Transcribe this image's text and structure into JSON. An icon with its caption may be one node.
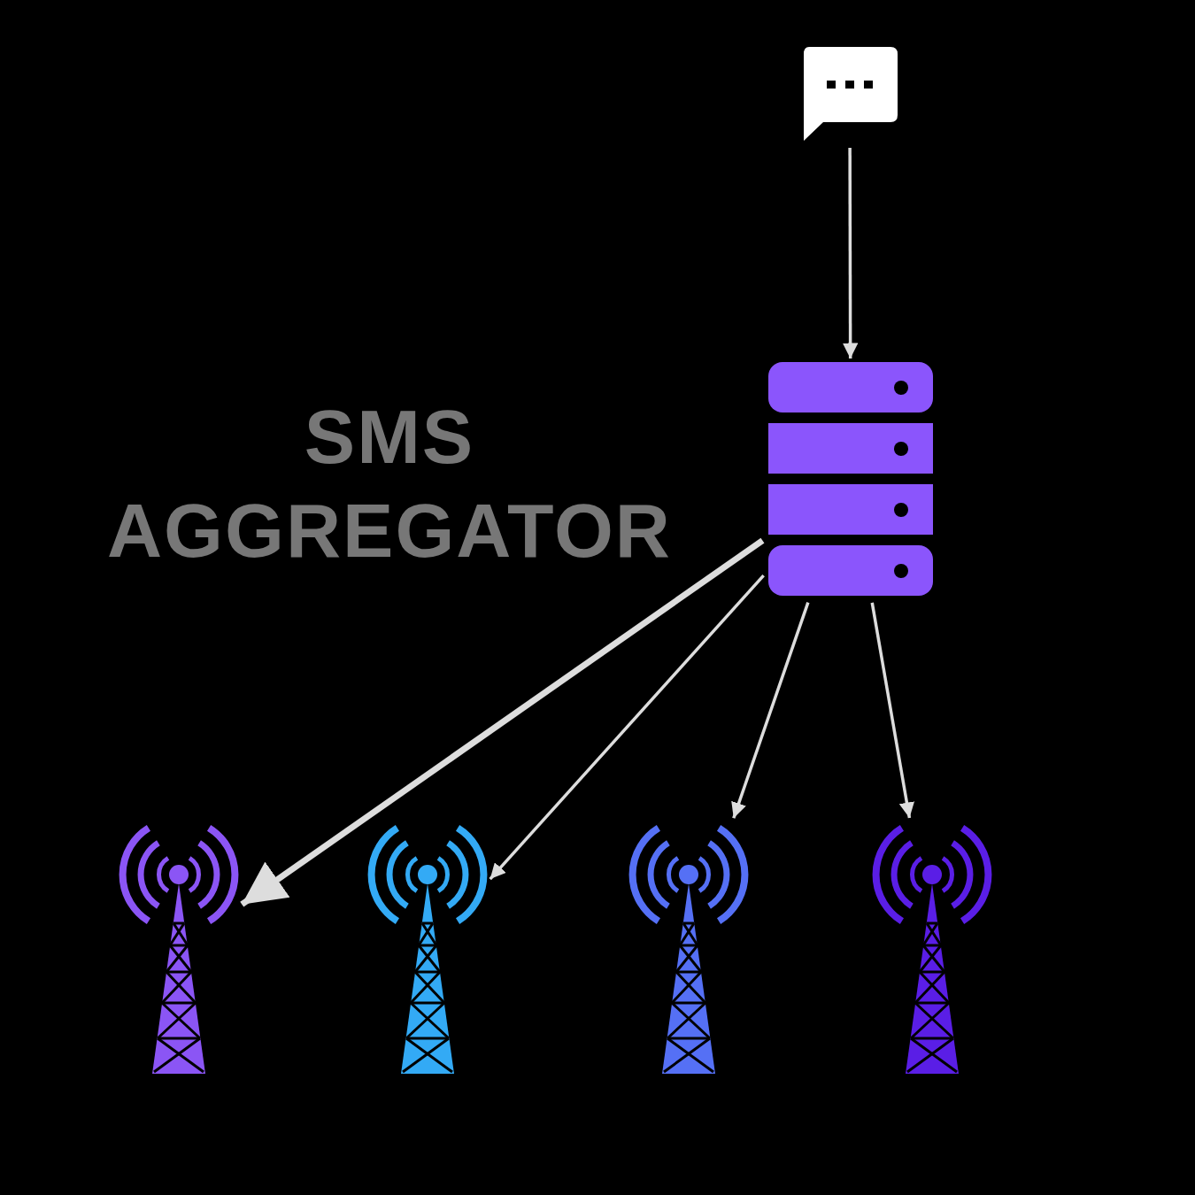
{
  "diagram": {
    "title": "SMS AGGREGATOR",
    "nodes": [
      {
        "text": [],
        "shape": "bubble"
      },
      {
        "text": [],
        "shape": "server"
      },
      {
        "text": [],
        "shape": "tower"
      },
      {
        "text": [],
        "shape": "tower"
      },
      {
        "text": [],
        "shape": "tower"
      },
      {
        "text": [],
        "shape": "tower"
      }
    ],
    "edges": [
      {
        "from": 0,
        "to": 1,
        "arrow": "to"
      },
      {
        "from": 1,
        "to": 2,
        "arrow": "to",
        "style": "thick"
      },
      {
        "from": 1,
        "to": 3,
        "arrow": "to"
      },
      {
        "from": 1,
        "to": 4,
        "arrow": "to"
      },
      {
        "from": 1,
        "to": 5,
        "arrow": "to"
      }
    ]
  }
}
